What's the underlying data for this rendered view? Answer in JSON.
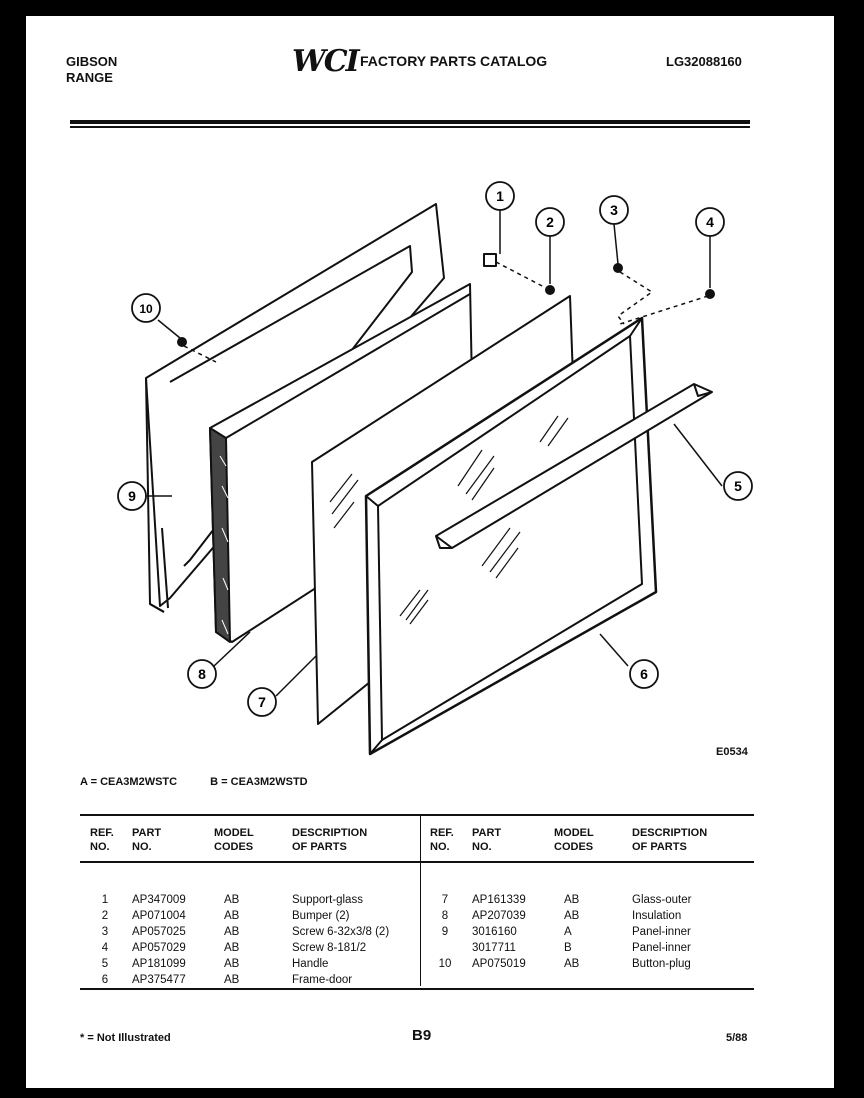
{
  "header": {
    "brand_line1": "GIBSON",
    "brand_line2": "RANGE",
    "logo_text": "WCI",
    "catalog_title": "FACTORY PARTS CATALOG",
    "catalog_number": "LG32088160"
  },
  "diagram": {
    "drawing_number": "E0534",
    "callouts": [
      "1",
      "2",
      "3",
      "4",
      "5",
      "6",
      "7",
      "8",
      "9",
      "10"
    ]
  },
  "models": {
    "a": "A = CEA3M2WSTC",
    "b": "B = CEA3M2WSTD"
  },
  "table": {
    "headers": {
      "ref": [
        "REF.",
        "NO."
      ],
      "part": [
        "PART",
        "NO."
      ],
      "model": [
        "MODEL",
        "CODES"
      ],
      "desc": [
        "DESCRIPTION",
        "OF PARTS"
      ]
    },
    "left_rows": [
      {
        "ref": "1",
        "part": "AP347009",
        "codes": "AB",
        "desc": "Support-glass"
      },
      {
        "ref": "2",
        "part": "AP071004",
        "codes": "AB",
        "desc": "Bumper (2)"
      },
      {
        "ref": "3",
        "part": "AP057025",
        "codes": "AB",
        "desc": "Screw 6-32x3/8 (2)"
      },
      {
        "ref": "4",
        "part": "AP057029",
        "codes": "AB",
        "desc": "Screw 8-181/2"
      },
      {
        "ref": "5",
        "part": "AP181099",
        "codes": "AB",
        "desc": "Handle"
      },
      {
        "ref": "6",
        "part": "AP375477",
        "codes": "AB",
        "desc": "Frame-door"
      }
    ],
    "right_rows": [
      {
        "ref": "7",
        "part": "AP161339",
        "codes": "AB",
        "desc": "Glass-outer"
      },
      {
        "ref": "8",
        "part": "AP207039",
        "codes": "AB",
        "desc": "Insulation"
      },
      {
        "ref": "9",
        "part": "3016160",
        "codes": "A",
        "desc": "Panel-inner"
      },
      {
        "ref": "",
        "part": "3017711",
        "codes": "B",
        "desc": "Panel-inner"
      },
      {
        "ref": "10",
        "part": "AP075019",
        "codes": "AB",
        "desc": "Button-plug"
      }
    ]
  },
  "footer": {
    "note": "* = Not Illustrated",
    "page": "B9",
    "date": "5/88"
  }
}
